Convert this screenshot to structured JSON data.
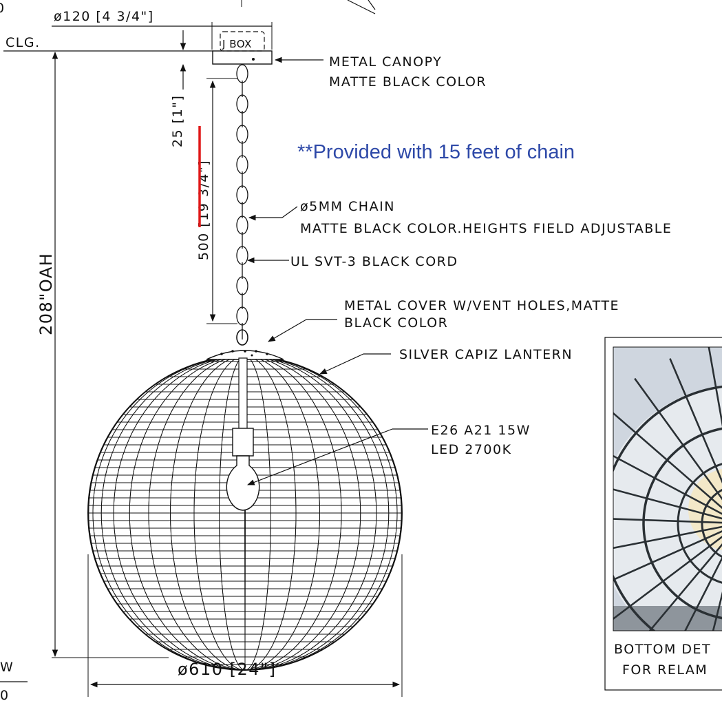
{
  "dims": {
    "canopy_dia": "ø120 [4 3/4\"]",
    "chain_top": "25 [1\"]",
    "chain_len_struck": "500 [19 3/4\"]",
    "overall_height": "208\"OAH",
    "sphere_dia": "ø610 [24\"]"
  },
  "labels": {
    "clg": "CLG.",
    "jbox": "J BOX",
    "canopy_1": "METAL CANOPY",
    "canopy_2": "MATTE BLACK COLOR",
    "chain_1": "ø5MM CHAIN",
    "chain_2": "MATTE BLACK COLOR.HEIGHTS FIELD ADJUSTABLE",
    "cord": "UL SVT-3 BLACK CORD",
    "cover_1": "METAL COVER W/VENT HOLES,MATTE",
    "cover_2": "BLACK COLOR",
    "lantern": "SILVER CAPIZ LANTERN",
    "lamp_1": "E26 A21 15W",
    "lamp_2": "LED 2700K",
    "note": "**Provided with 15 feet of chain",
    "photo_cap_1": "BOTTOM DET",
    "photo_cap_2": "FOR RELAM",
    "edge_top": "0",
    "edge_bot_1": "W",
    "edge_bot_2": "0"
  },
  "colors": {
    "line": "#111111",
    "note": "#2e49a8",
    "strike": "#e01818"
  }
}
